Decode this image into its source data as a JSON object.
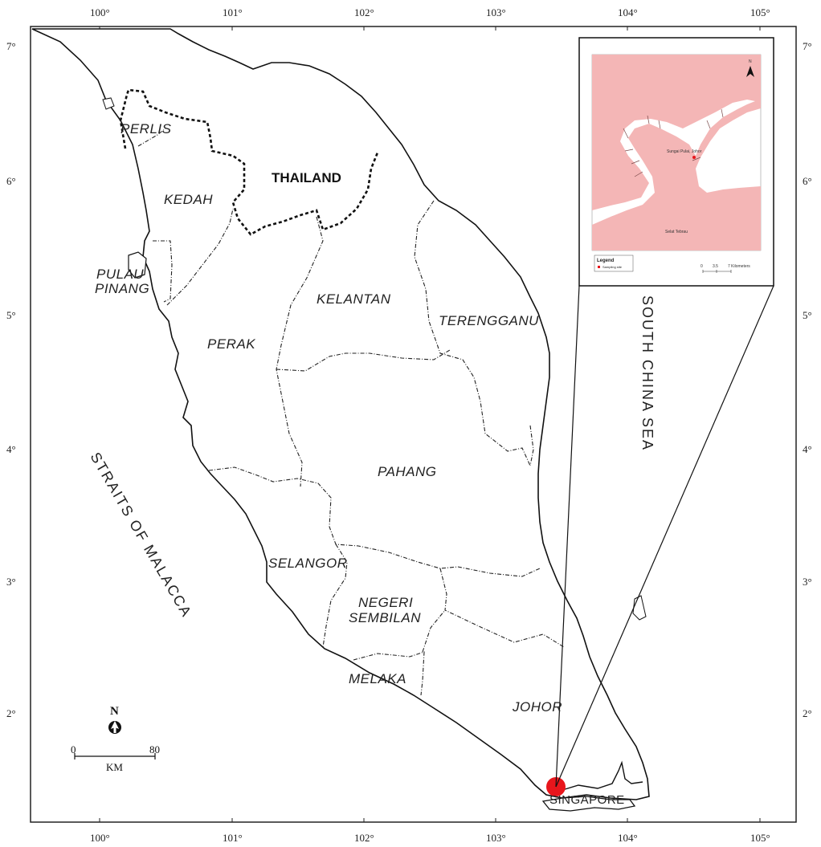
{
  "map": {
    "top_ticks": [
      "100°",
      "101°",
      "102°",
      "103°",
      "104°",
      "105°"
    ],
    "bottom_ticks": [
      "100°",
      "101°",
      "102°",
      "103°",
      "104°",
      "105°"
    ],
    "left_ticks": [
      "7°",
      "6°",
      "5°",
      "4°",
      "3°",
      "2°"
    ],
    "right_ticks": [
      "7°",
      "6°",
      "5°",
      "4°",
      "3°",
      "2°"
    ],
    "states": {
      "perlis": "PERLIS",
      "kedah": "KEDAH",
      "pulau_pinang_line1": "PULAU",
      "pulau_pinang_line2": "PINANG",
      "perak": "PERAK",
      "kelantan": "KELANTAN",
      "terengganu": "TERENGGANU",
      "pahang": "PAHANG",
      "selangor": "SELANGOR",
      "negeri_sembilan_line1": "NEGERI",
      "negeri_sembilan_line2": "SEMBILAN",
      "melaka": "MELAKA",
      "johor": "JOHOR"
    },
    "countries": {
      "thailand": "THAILAND",
      "singapore": "SINGAPORE"
    },
    "seas": {
      "straits": "STRAITS OF MALACCA",
      "south_china_sea": "SOUTH CHINA SEA"
    },
    "north_label": "N",
    "scale": {
      "min": "0",
      "max": "80",
      "unit": "KM"
    },
    "study_site_color": "#e8161c",
    "inset": {
      "north_label": "N",
      "site_label": "Sungai Pulai, Johor",
      "strait_label": "Selat Tebrau",
      "legend_title": "Legend",
      "legend_item": "Sampling site",
      "scale_labels": [
        "0",
        "3.5",
        "7 Kilometers"
      ],
      "land_color": "#f4b6b6"
    }
  }
}
